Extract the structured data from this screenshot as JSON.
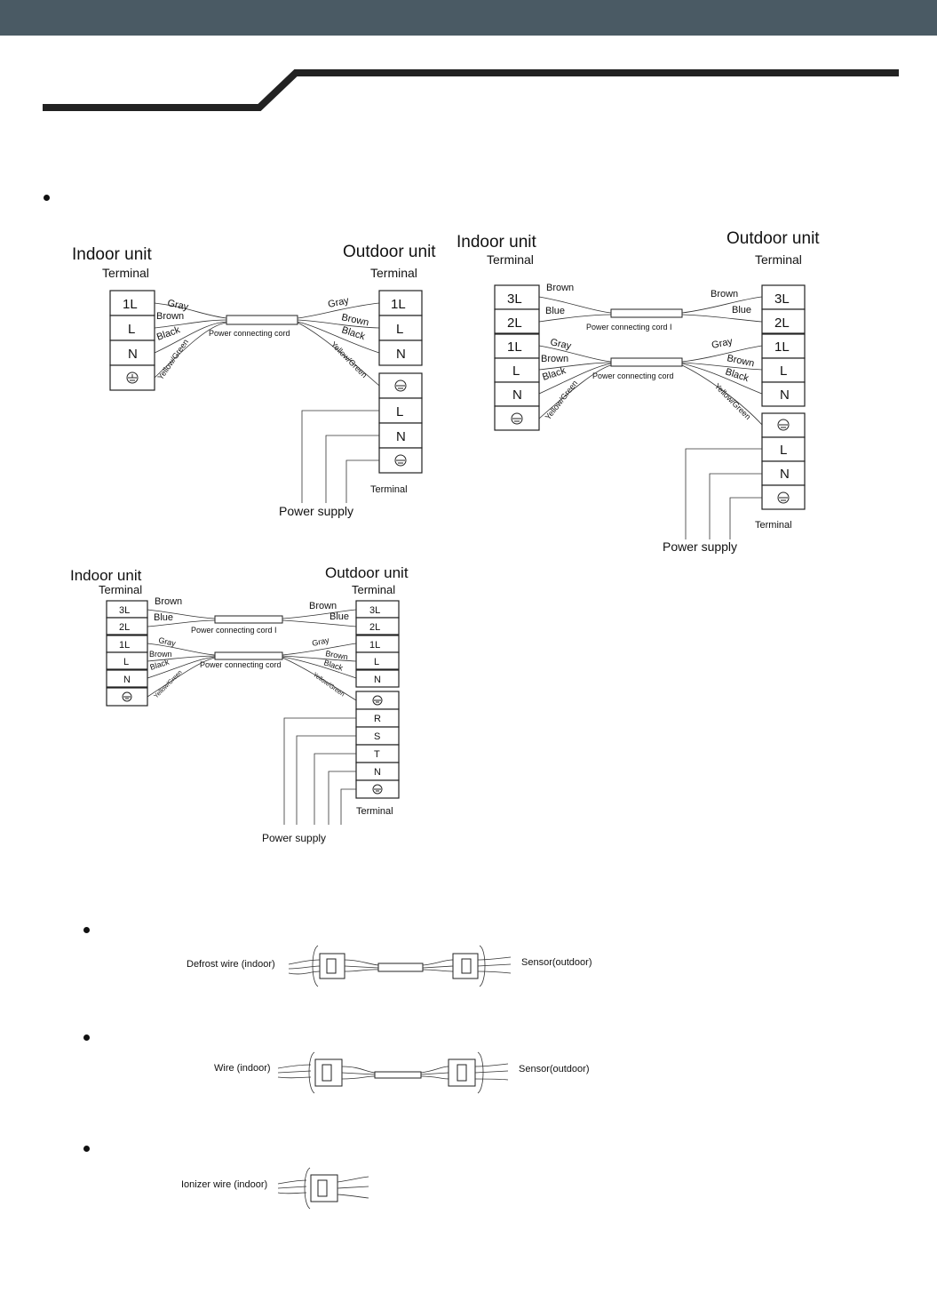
{
  "header": {
    "bar_color": "#4a5a64"
  },
  "labels": {
    "indoor_unit": "Indoor unit",
    "outdoor_unit": "Outdoor unit",
    "terminal": "Terminal",
    "power_supply": "Power supply",
    "power_connecting_cord": "Power connecting cord",
    "power_connecting_cord_i": "Power connecting cord I"
  },
  "terminals": {
    "t1l": "1L",
    "t2l": "2L",
    "t3l": "3L",
    "l": "L",
    "n": "N",
    "r": "R",
    "s": "S",
    "t": "T",
    "ground_icon": "ground-icon"
  },
  "wire_colors": {
    "gray": "Gray",
    "brown": "Brown",
    "black": "Black",
    "yellow_green": "Yellow/Green",
    "blue": "Blue"
  },
  "connectors": {
    "defrost_wire": "Defrost wire (indoor)",
    "wire": "Wire (indoor)",
    "sensor": "Sensor(outdoor)",
    "ionizer_wire": "Ionizer wire (indoor)"
  }
}
